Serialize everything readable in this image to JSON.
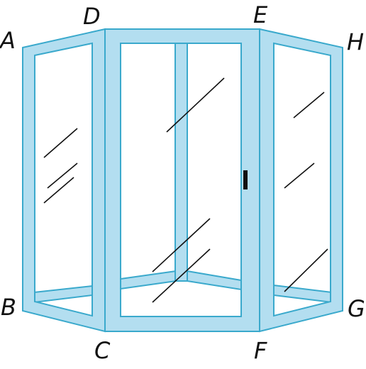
{
  "diagram": {
    "type": "bay-window-prism",
    "vertex_labels": {
      "A": "A",
      "B": "B",
      "C": "C",
      "D": "D",
      "E": "E",
      "F": "F",
      "G": "G",
      "H": "H"
    },
    "colors": {
      "frame_fill": "#b3def0",
      "frame_stroke": "#3aa9cc",
      "glass": "#ffffff",
      "glare_lines": "#111111",
      "labels": "#111111"
    }
  }
}
